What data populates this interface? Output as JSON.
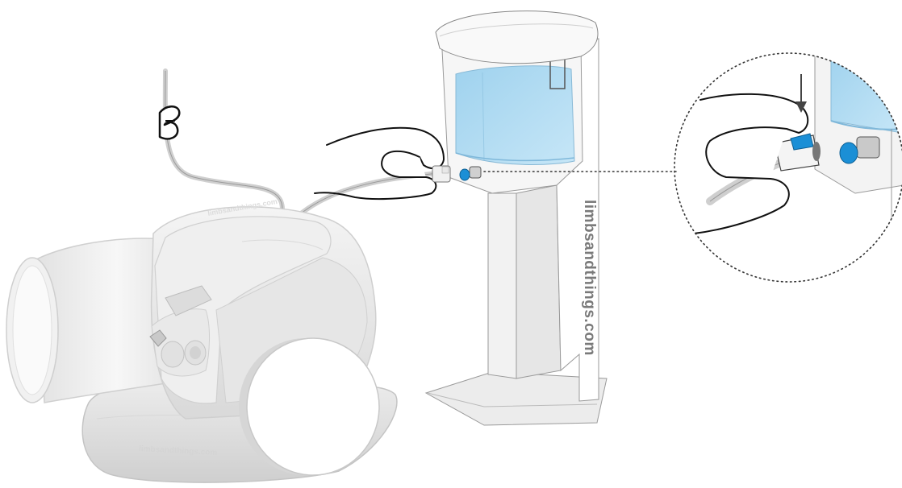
{
  "diagram": {
    "stand_brand": "limbsandthings.com",
    "device_brand_top": "limbsandthings.com",
    "device_brand_base": "limbsandthings.com"
  },
  "colors": {
    "fluid": "#a9d8f0",
    "connector": "#1b8fd6",
    "outline": "#1a1a1a",
    "device_body": "#ececec"
  }
}
